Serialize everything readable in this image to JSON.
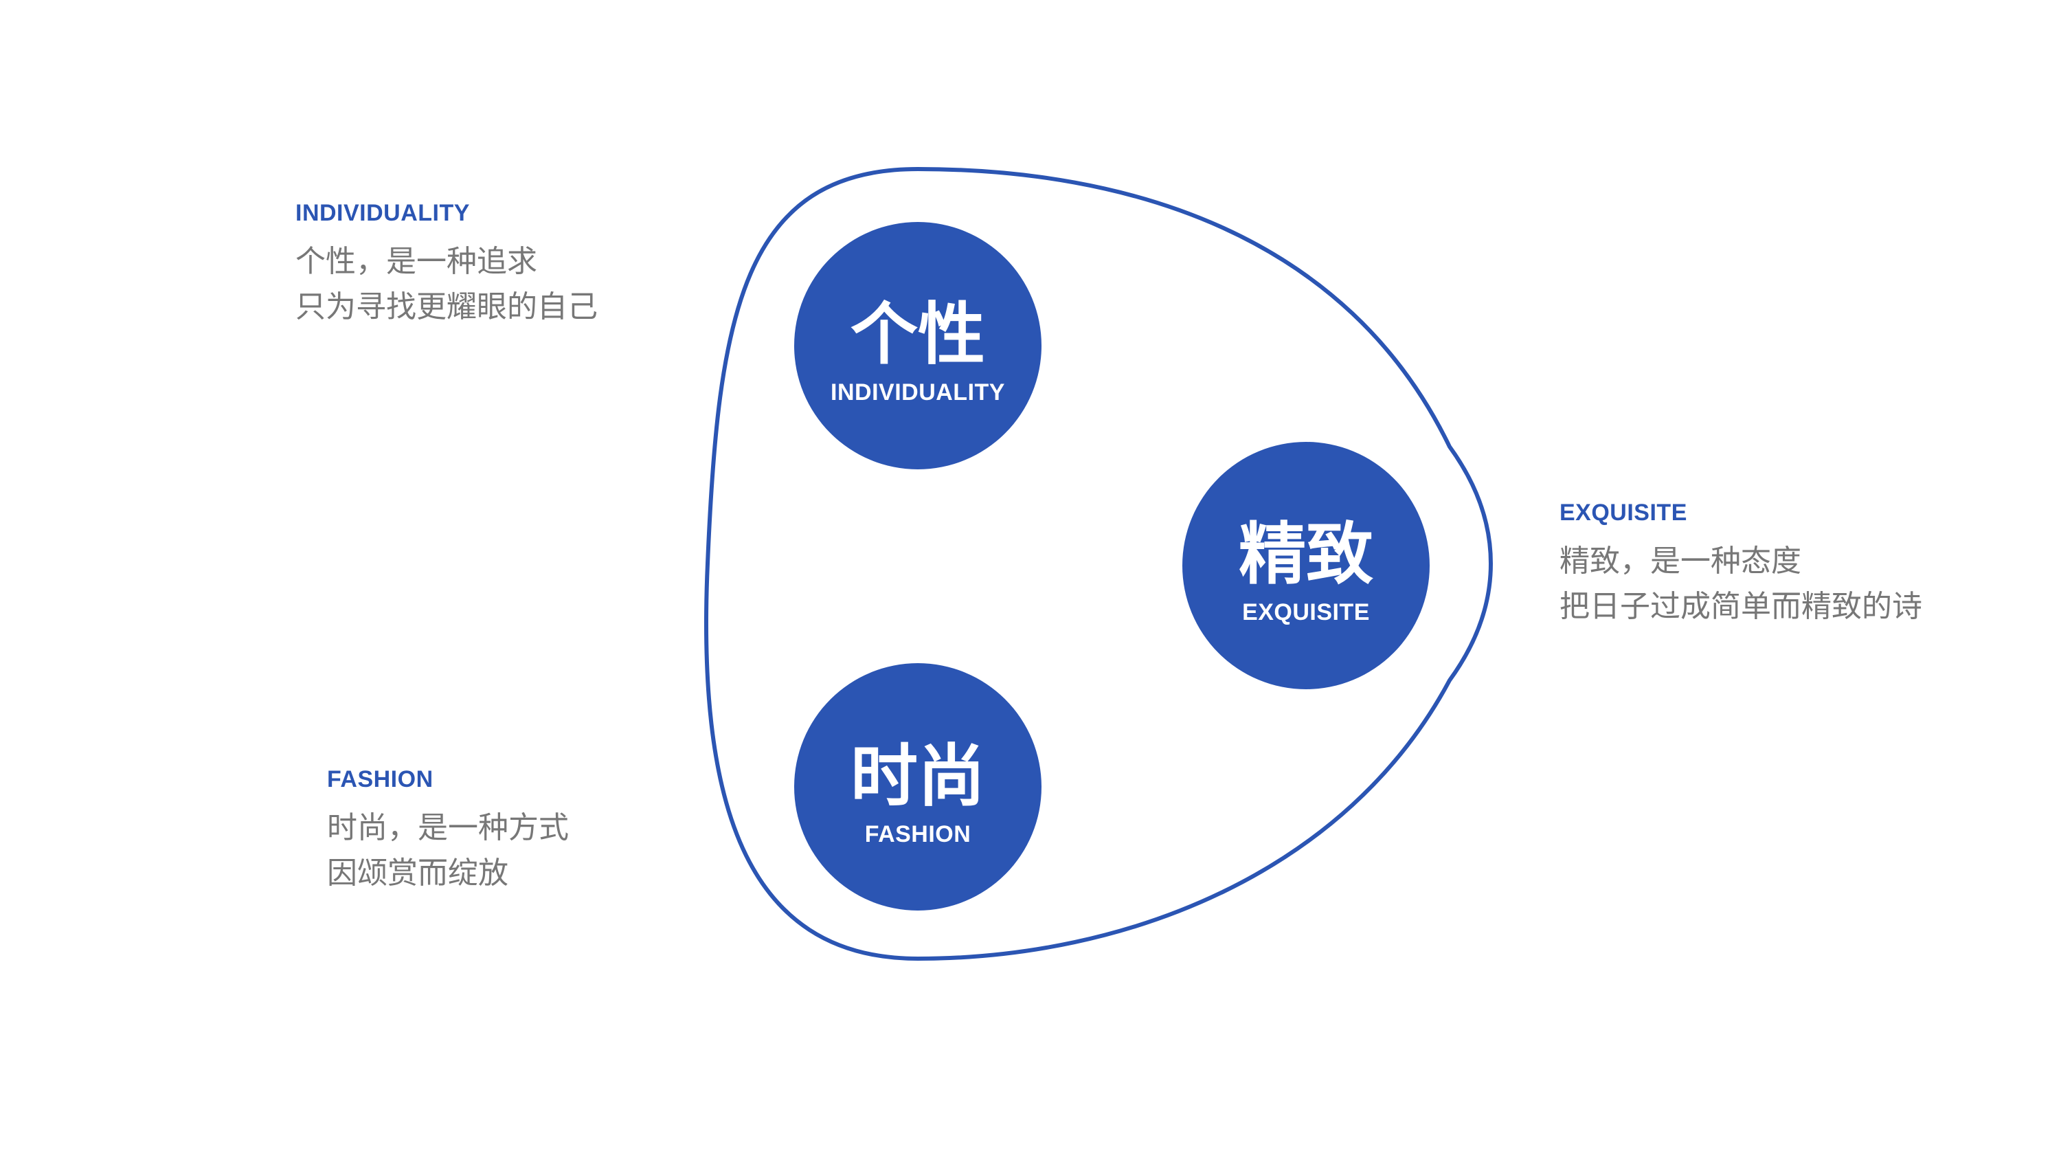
{
  "colors": {
    "accent": "#2b55b3",
    "body_text": "#777777",
    "background": "#ffffff",
    "node_text": "#ffffff"
  },
  "nodes": [
    {
      "id": "individuality",
      "label_cn": "个性",
      "label_en": "INDIVIDUALITY"
    },
    {
      "id": "exquisite",
      "label_cn": "精致",
      "label_en": "EXQUISITE"
    },
    {
      "id": "fashion",
      "label_cn": "时尚",
      "label_en": "FASHION"
    }
  ],
  "callouts": {
    "individuality": {
      "title": "INDIVIDUALITY",
      "lines": [
        "个性，是一种追求",
        "只为寻找更耀眼的自己"
      ]
    },
    "exquisite": {
      "title": "EXQUISITE",
      "lines": [
        "精致，是一种态度",
        "把日子过成简单而精致的诗"
      ]
    },
    "fashion": {
      "title": "FASHION",
      "lines": [
        "时尚，是一种方式",
        "因颂赏而绽放"
      ]
    }
  }
}
